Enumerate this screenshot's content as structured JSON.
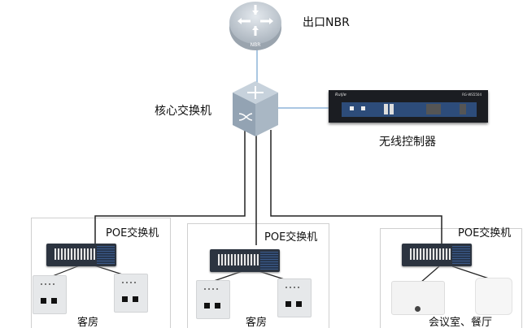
{
  "nodes": {
    "router": {
      "label": "出口NBR",
      "badge": "NBR"
    },
    "core_switch": {
      "label": "核心交换机"
    },
    "controller": {
      "label": "无线控制器",
      "brand": "Ruijie",
      "model": "RG-WS5504"
    }
  },
  "groups": [
    {
      "switch_label": "POE交换机",
      "area_label": "客房",
      "ap_type": "panel"
    },
    {
      "switch_label": "POE交换机",
      "area_label": "客房",
      "ap_type": "panel"
    },
    {
      "switch_label": "POE交换机",
      "area_label": "会议室、餐厅",
      "ap_type": "ceiling"
    }
  ],
  "colors": {
    "uplink": "#8db4d9",
    "downlink": "#222222"
  }
}
